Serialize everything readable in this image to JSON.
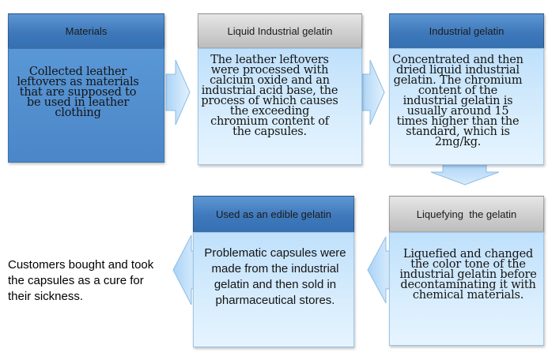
{
  "boxes": {
    "materials": {
      "title": "Materials",
      "text": "Collected leather leftovers as materials that are supposed to be used in leather clothing"
    },
    "liquid": {
      "title": "Liquid Industrial gelatin",
      "text": "The leather leftovers were processed with calcium oxide and an industrial acid base, the process of which causes the exceeding chromium content of the capsules."
    },
    "industrial": {
      "title": "Industrial gelatin",
      "text": "Concentrated and then dried liquid industrial gelatin. The chromium content of the industrial gelatin is usually around 15 times higher than the standard, which is 2mg/kg."
    },
    "liquefying": {
      "title": "Liquefying  the gelatin",
      "text": "Liquefied and changed the color tone of the industrial gelatin before decontaminating it with chemical materials."
    },
    "edible": {
      "title": "Used as an edible gelatin",
      "text": "Problematic capsules were made from the industrial gelatin and then sold in pharmaceutical stores."
    }
  },
  "outcome": "Customers bought and took the capsules as a cure for their sickness.",
  "colors": {
    "header_blue": "#3f79bb",
    "header_gray": "#cfcfcf",
    "body_blue": "#4b87c8",
    "body_light_blue": "#d8edfd",
    "arrow_fill": "#c6e3fb"
  }
}
